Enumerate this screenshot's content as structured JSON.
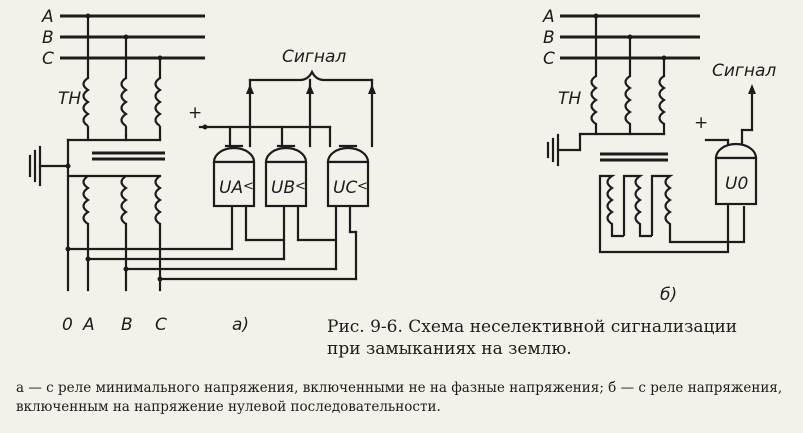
{
  "bus_labels_a": [
    "A",
    "B",
    "C"
  ],
  "bus_labels_b": [
    "A",
    "B",
    "C"
  ],
  "tn_label_a": "TH",
  "tn_label_b": "TH",
  "signal_label_a": "Сигнал",
  "signal_label_b": "Сигнал",
  "plus_a": "+",
  "plus_b": "+",
  "relay_labels": [
    "UA",
    "UB",
    "UC"
  ],
  "relay_label_b": "U0",
  "bottom_terminals": [
    "0",
    "A",
    "B",
    "C"
  ],
  "subfig_a": "а)",
  "subfig_b": "б)",
  "caption_line1": "Рис. 9-6. Схема неселективной сигнализации",
  "caption_line2": "при замыканиях на землю.",
  "note_text": "а — с реле минимального напряжения, включенными не на фазные напряжения; б — с реле напряжения, включенным на напряжение нулевой последовательности."
}
